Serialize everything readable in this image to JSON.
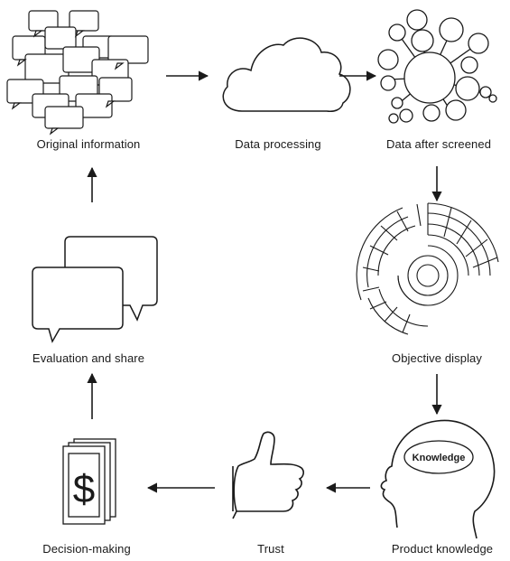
{
  "nodes": {
    "original_information": "Original information",
    "data_processing": "Data processing",
    "data_after_screened": "Data after screened",
    "objective_display": "Objective display",
    "product_knowledge": "Product knowledge",
    "trust": "Trust",
    "decision_making": "Decision-making",
    "evaluation_and_share": "Evaluation and share"
  },
  "head_label": "Knowledge",
  "colors": {
    "stroke": "#1a1a1a",
    "background": "#ffffff"
  }
}
